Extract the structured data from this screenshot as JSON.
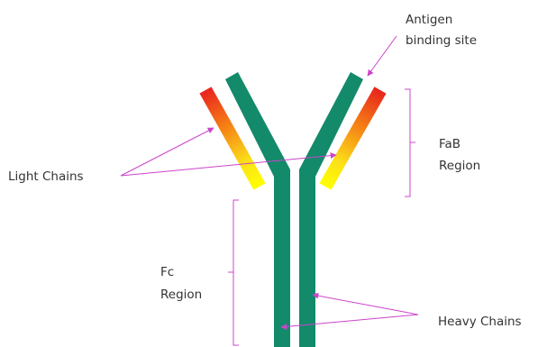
{
  "labels": {
    "antigen_line1": "Antigen",
    "antigen_line2": "binding site",
    "fab_line1": "FaB",
    "fab_line2": "Region",
    "light_chains": "Light Chains",
    "fc_line1": "Fc",
    "fc_line2": "Region",
    "heavy_chains": "Heavy Chains"
  },
  "colors": {
    "heavy_chain": "#138a6a",
    "light_chain_gradient": [
      "#e8231e",
      "#f57a15",
      "#fbe119",
      "#ffff00"
    ],
    "annotation": "#cc44cc",
    "text": "#333333"
  }
}
